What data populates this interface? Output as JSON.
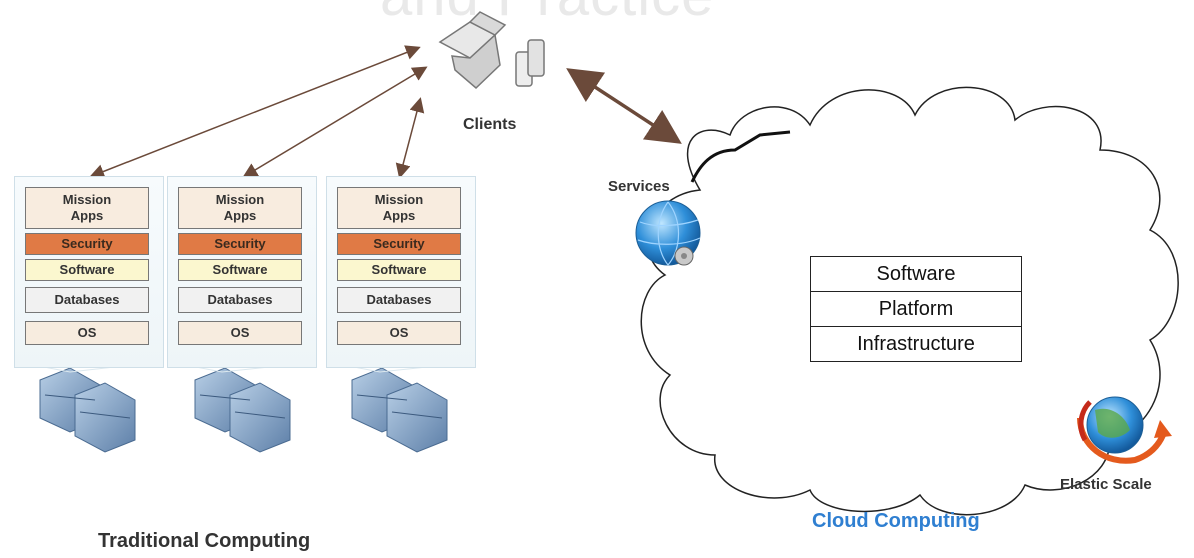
{
  "page_title": "and Practice",
  "clients_label": "Clients",
  "services_label": "Services",
  "elastic_scale_label": "Elastic Scale",
  "traditional_label": "Traditional Computing",
  "cloud_label": "Cloud Computing",
  "stack_layers": {
    "mission_line1": "Mission",
    "mission_line2": "Apps",
    "security": "Security",
    "software": "Software",
    "databases": "Databases",
    "os": "OS"
  },
  "cloud_layers": [
    "Software",
    "Platform",
    "Infrastructure"
  ],
  "colors": {
    "security": "#e07a45",
    "software_layer": "#fbf7cf",
    "mission": "#f8ecdf",
    "cloud_label": "#2f7fd1",
    "arrow": "#6b4a3a"
  }
}
